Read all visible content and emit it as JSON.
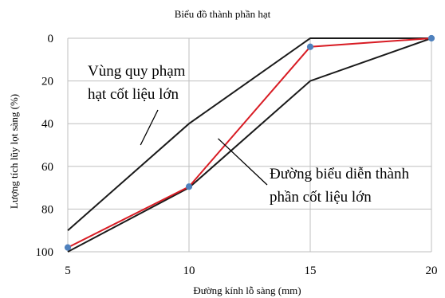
{
  "chart_data": {
    "type": "line",
    "title": "Biểu đồ thành phần hạt",
    "xlabel": "Đường kính lỗ sàng (mm)",
    "ylabel": "Lượng tích lũy lọt sàng (%)",
    "x": [
      5,
      10,
      15,
      20
    ],
    "xlim": [
      5,
      20
    ],
    "ylim": [
      0,
      100
    ],
    "y_inverted": true,
    "xticks": [
      "5",
      "10",
      "15",
      "20"
    ],
    "yticks": [
      "0",
      "20",
      "40",
      "60",
      "80",
      "100"
    ],
    "grid": true,
    "series": [
      {
        "values": [
          90,
          40,
          0,
          0
        ],
        "color": "#1a1a1a",
        "marker": false
      },
      {
        "values": [
          100,
          70,
          20,
          0
        ],
        "color": "#1a1a1a",
        "marker": false
      },
      {
        "values": [
          98,
          69.5,
          4,
          0
        ],
        "color": "#d81c24",
        "marker": true,
        "marker_color": "#4f81bd"
      }
    ],
    "annotations": [
      {
        "lines": [
          "Vùng quy phạm",
          "hạt cốt liệu lớn"
        ],
        "pointer": [
          8,
          50
        ]
      },
      {
        "lines": [
          "Đường biểu diễn thành",
          "phần cốt liệu lớn"
        ],
        "pointer": [
          11.2,
          47
        ]
      }
    ]
  }
}
